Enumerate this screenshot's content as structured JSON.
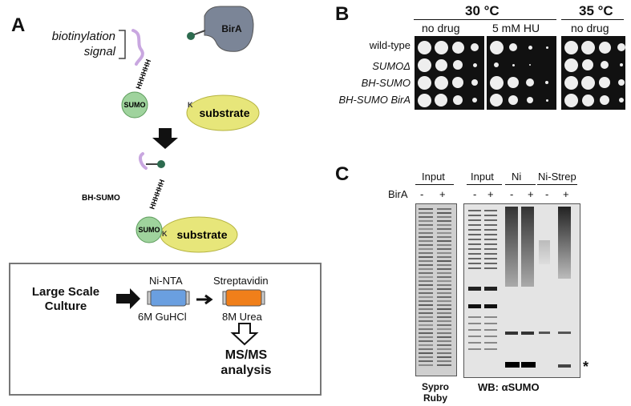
{
  "panel_a": {
    "letter": "A",
    "biotinylation_label_line1": "biotinylation",
    "biotinylation_label_line2": "signal",
    "bira_label": "BirA",
    "sumo_label": "SUMO",
    "substrate_label": "substrate",
    "his_tag": "HHHHHH",
    "lysine": "K",
    "bh_sumo_label": "BH-SUMO",
    "workflow": {
      "culture_line1": "Large Scale",
      "culture_line2": "Culture",
      "ni_top": "Ni-NTA",
      "ni_bottom": "6M GuHCl",
      "strep_top": "Streptavidin",
      "strep_bottom": "8M Urea",
      "ms_line1": "MS/MS",
      "ms_line2": "analysis"
    },
    "colors": {
      "sumo": "#9fd39d",
      "substrate": "#e7e67a",
      "bira": "#7b8597",
      "ni_column": "#6a9fe0",
      "strep_column": "#f07f1a",
      "tag": "#c9a7e0"
    }
  },
  "panel_b": {
    "letter": "B",
    "temp1": "30 °C",
    "temp2": "35 °C",
    "cond1": "no drug",
    "cond2": "5 mM HU",
    "cond3": "no drug",
    "strains": [
      "wild-type",
      "SUMOΔ",
      "BH-SUMO",
      "BH-SUMO BirA"
    ]
  },
  "panel_c": {
    "letter": "C",
    "headers": [
      "Input",
      "Input",
      "Ni",
      "Ni-Strep"
    ],
    "bira_label": "BirA",
    "minus": "-",
    "plus": "+",
    "sypro_line1": "Sypro",
    "sypro_line2": "Ruby",
    "wb_label": "WB: αSUMO",
    "asterisk": "*"
  }
}
